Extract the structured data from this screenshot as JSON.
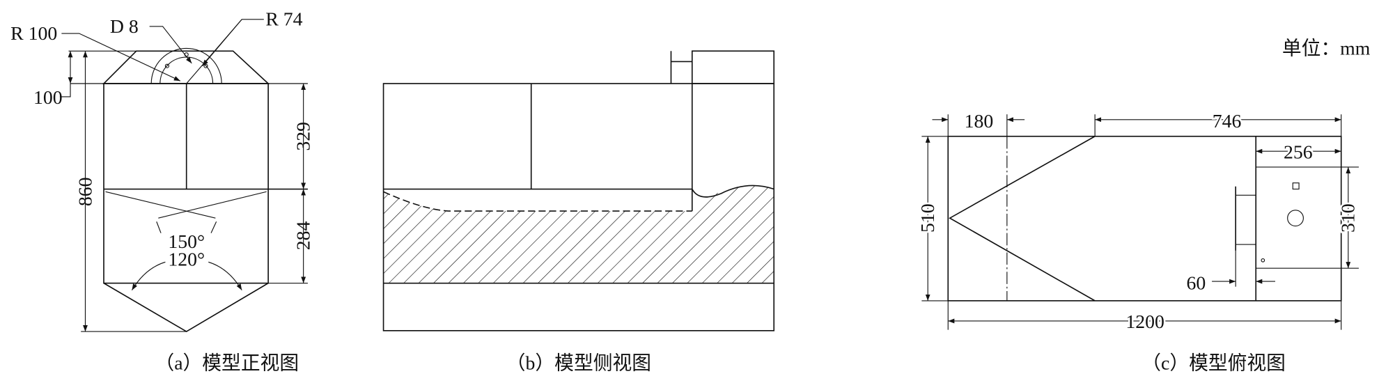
{
  "units_label": "单位：mm",
  "front_view": {
    "caption": "（a）模型正视图",
    "dims": {
      "r100": "R 100",
      "d8": "D 8",
      "r74": "R 74",
      "h100": "100",
      "h860": "860",
      "h329": "329",
      "h284": "284",
      "a150": "150°",
      "a120": "120°"
    }
  },
  "side_view": {
    "caption": "（b）模型侧视图"
  },
  "top_view": {
    "caption": "（c）模型俯视图",
    "dims": {
      "w180": "180",
      "w746": "746",
      "w256": "256",
      "h510": "510",
      "h310": "310",
      "w60": "60",
      "w1200": "1200"
    }
  },
  "colors": {
    "line": "#111111",
    "background": "#ffffff"
  }
}
